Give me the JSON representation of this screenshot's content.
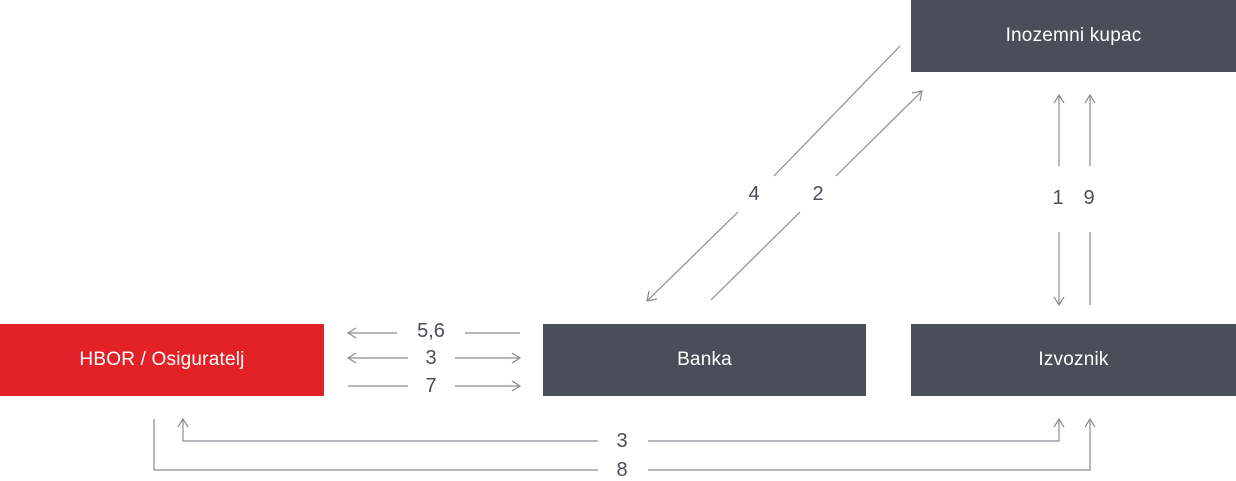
{
  "boxes": {
    "buyer": "Inozemni kupac",
    "hbor": "HBOR / Osiguratelj",
    "bank": "Banka",
    "exporter": "Izvoznik"
  },
  "labels": {
    "hbor_bank_top": "5,6",
    "hbor_bank_mid": "3",
    "hbor_bank_bottom": "7",
    "bank_buyer_down": "4",
    "bank_buyer_up": "2",
    "exporter_buyer_down": "1",
    "exporter_buyer_up": "9",
    "bottom_upper": "3",
    "bottom_lower": "8"
  },
  "colors": {
    "box_dark": "#4b4e58",
    "box_red": "#e32227",
    "arrow": "#8a8c93",
    "label_text": "#4b4e58"
  }
}
